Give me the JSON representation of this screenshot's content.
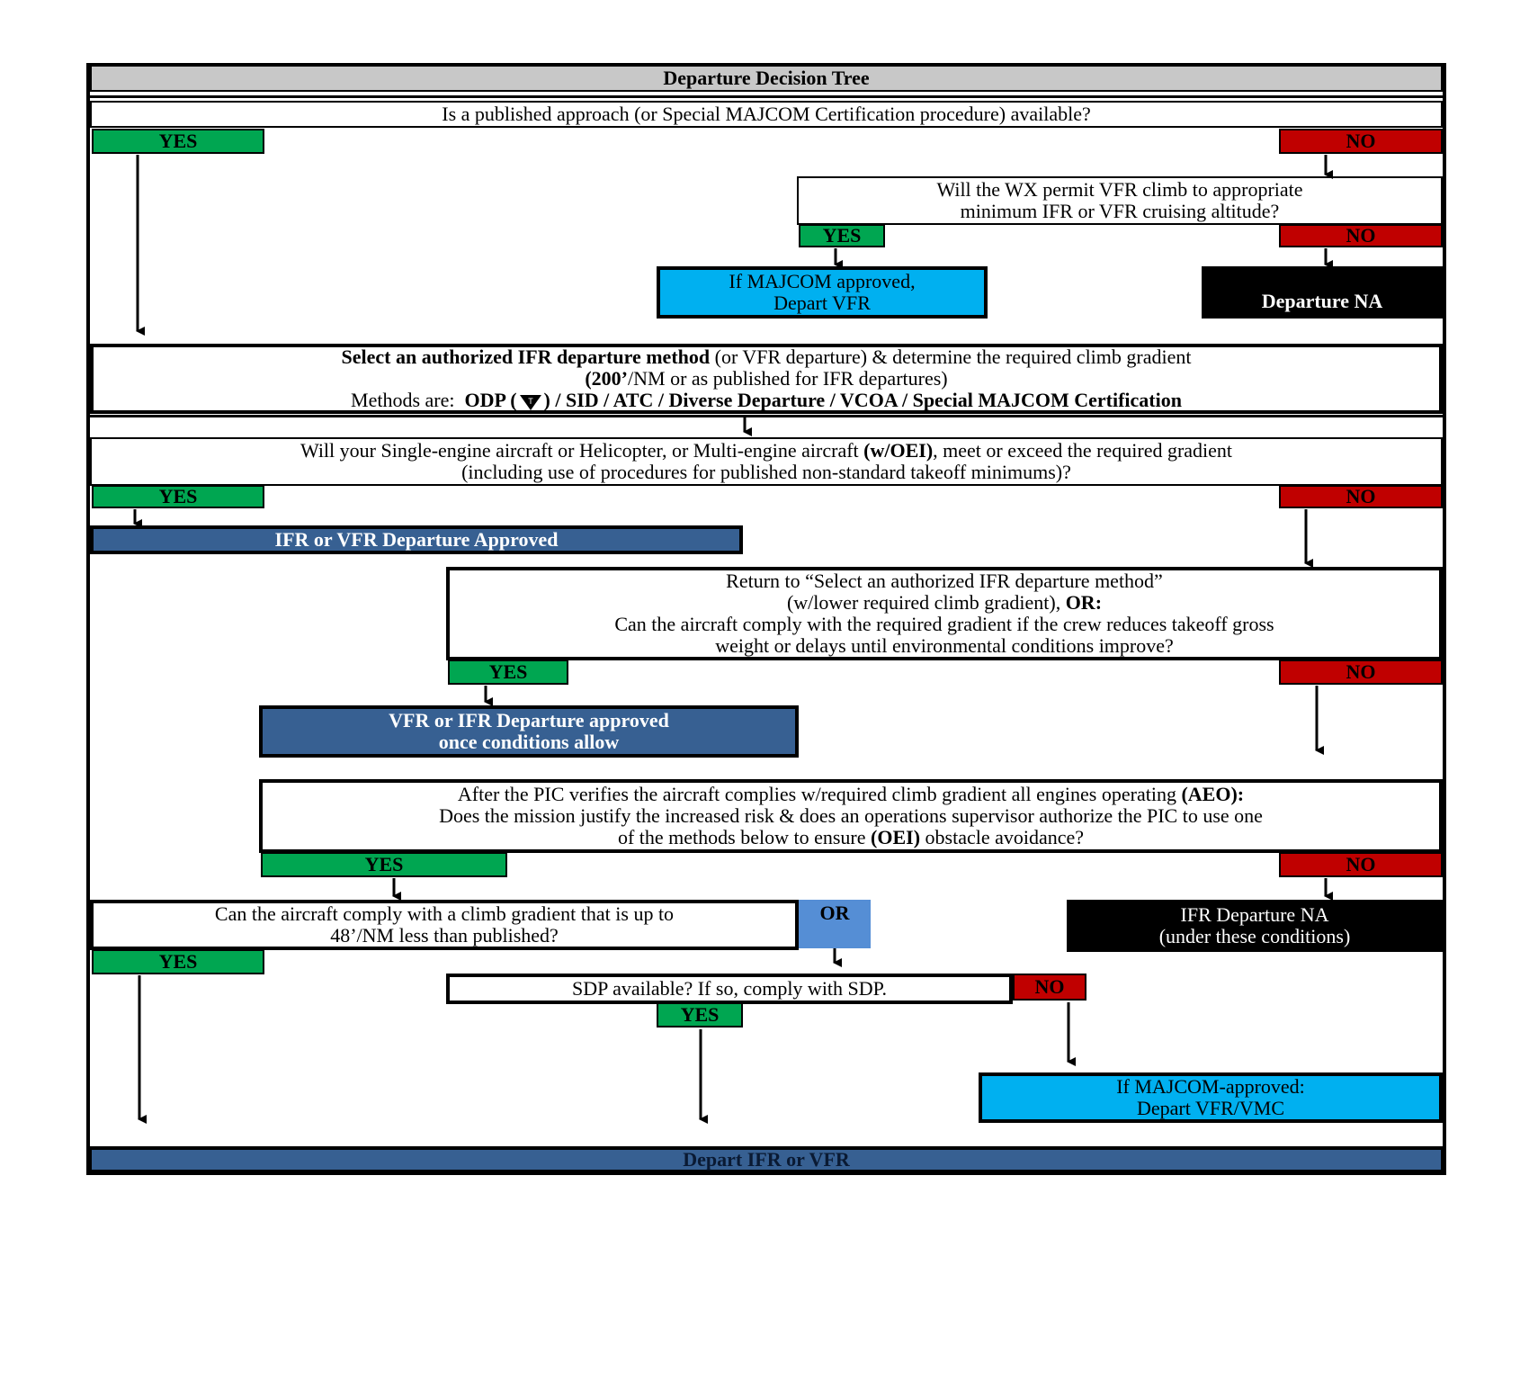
{
  "title": "Departure Decision Tree",
  "q1": "Is a published approach (or Special MAJCOM Certification procedure) available?",
  "yes": "YES",
  "no": "NO",
  "or": "OR",
  "q2": {
    "line1": "Will the WX permit VFR climb to appropriate",
    "line2": "minimum IFR or VFR cruising altitude?"
  },
  "majcom_vfr": {
    "line1": "If MAJCOM approved,",
    "line2": "Depart VFR"
  },
  "departure_na": "Departure NA",
  "select": {
    "bold_start": "Select an authorized IFR departure method",
    "rest_start": " (or VFR departure) & determine the required climb gradient",
    "line2_bold": "(200’",
    "line2_rest": "/NM or as published for IFR departures)",
    "methods_label": "Methods are:  ",
    "odp_open": "ODP (",
    "odp_close": ")",
    "methods_rest": " / SID / ATC / Diverse Departure / VCOA / Special MAJCOM Certification"
  },
  "q3": {
    "line1_a": "Will your Single-engine aircraft or Helicopter, or Multi-engine aircraft ",
    "line1_b": "(w/OEI)",
    "line1_c": ", meet or exceed the required gradient",
    "line2": "(including use of procedures for published non-standard takeoff minimums)?"
  },
  "ifr_vfr_approved": "IFR or VFR Departure Approved",
  "return_box": {
    "line1": "Return to “Select an authorized IFR departure method”",
    "line2_a": "(w/lower required climb gradient), ",
    "line2_b": "OR:",
    "line3": "Can the aircraft comply with the required gradient if the crew reduces takeoff gross",
    "line4": "weight or delays until environmental conditions improve?"
  },
  "vfr_ifr_once": {
    "line1": "VFR or IFR Departure approved",
    "line2": "once conditions allow"
  },
  "pic_box": {
    "line1_a": "After the PIC verifies the aircraft complies w/required climb gradient all engines operating ",
    "line1_b": "(AEO):",
    "line2": "Does the mission justify the increased risk & does an operations supervisor authorize the PIC to use one",
    "line3_a": "of the methods below to ensure ",
    "line3_b": "(OEI)",
    "line3_c": " obstacle avoidance?"
  },
  "climb_box": {
    "line1": "Can the aircraft comply with a climb gradient that is up to",
    "line2": "48’/NM less than published?"
  },
  "ifr_na": {
    "line1": "IFR Departure NA",
    "line2": "(under these conditions)"
  },
  "sdp": "SDP available?  If so, comply with SDP.",
  "majcom_vmc": {
    "line1": "If MAJCOM-approved:",
    "line2": "Depart VFR/VMC"
  },
  "final": "Depart IFR or VFR",
  "colors": {
    "yes": "#00a651",
    "no": "#c00000",
    "title": "#c8c8c8",
    "dark_blue": "#376092",
    "cyan": "#00b0f0",
    "or": "#558ed5"
  }
}
